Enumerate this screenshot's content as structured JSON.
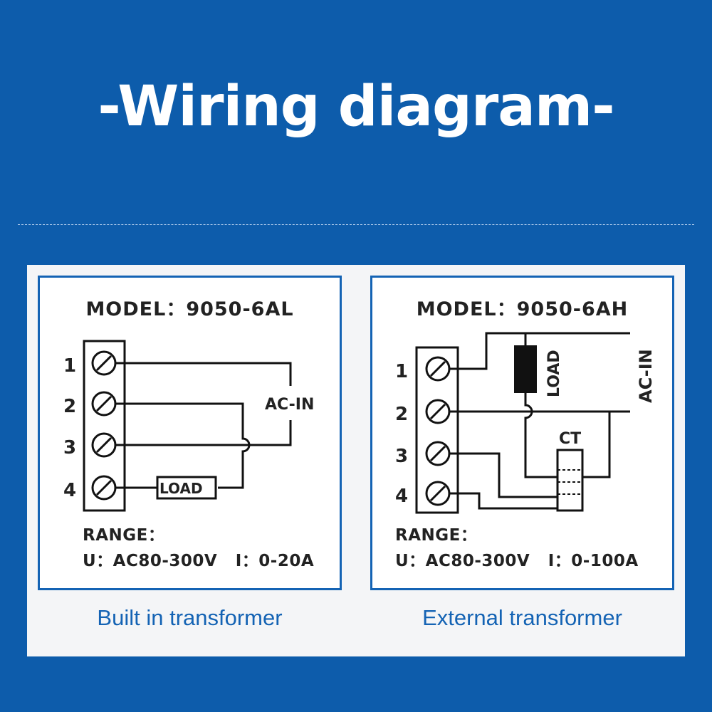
{
  "title": "-Wiring diagram-",
  "left_panel": {
    "model": "MODEL：9050-6AL",
    "terminals": [
      "1",
      "2",
      "3",
      "4"
    ],
    "ac_in_label": "AC-IN",
    "load_label": "LOAD",
    "range_label": "RANGE：",
    "range_values": "U：AC80-300V   I：0-20A",
    "caption": "Built in transformer"
  },
  "right_panel": {
    "model": "MODEL：9050-6AH",
    "terminals": [
      "1",
      "2",
      "3",
      "4"
    ],
    "ac_in_label": "AC-IN",
    "load_label": "LOAD",
    "ct_label": "CT",
    "range_label": "RANGE：",
    "range_values": "U：AC80-300V   I：0-100A",
    "caption": "External transformer"
  },
  "colors": {
    "background": "#0d5cab",
    "panel_border": "#1463b4",
    "caption": "#1463b4",
    "wire": "#111111"
  }
}
